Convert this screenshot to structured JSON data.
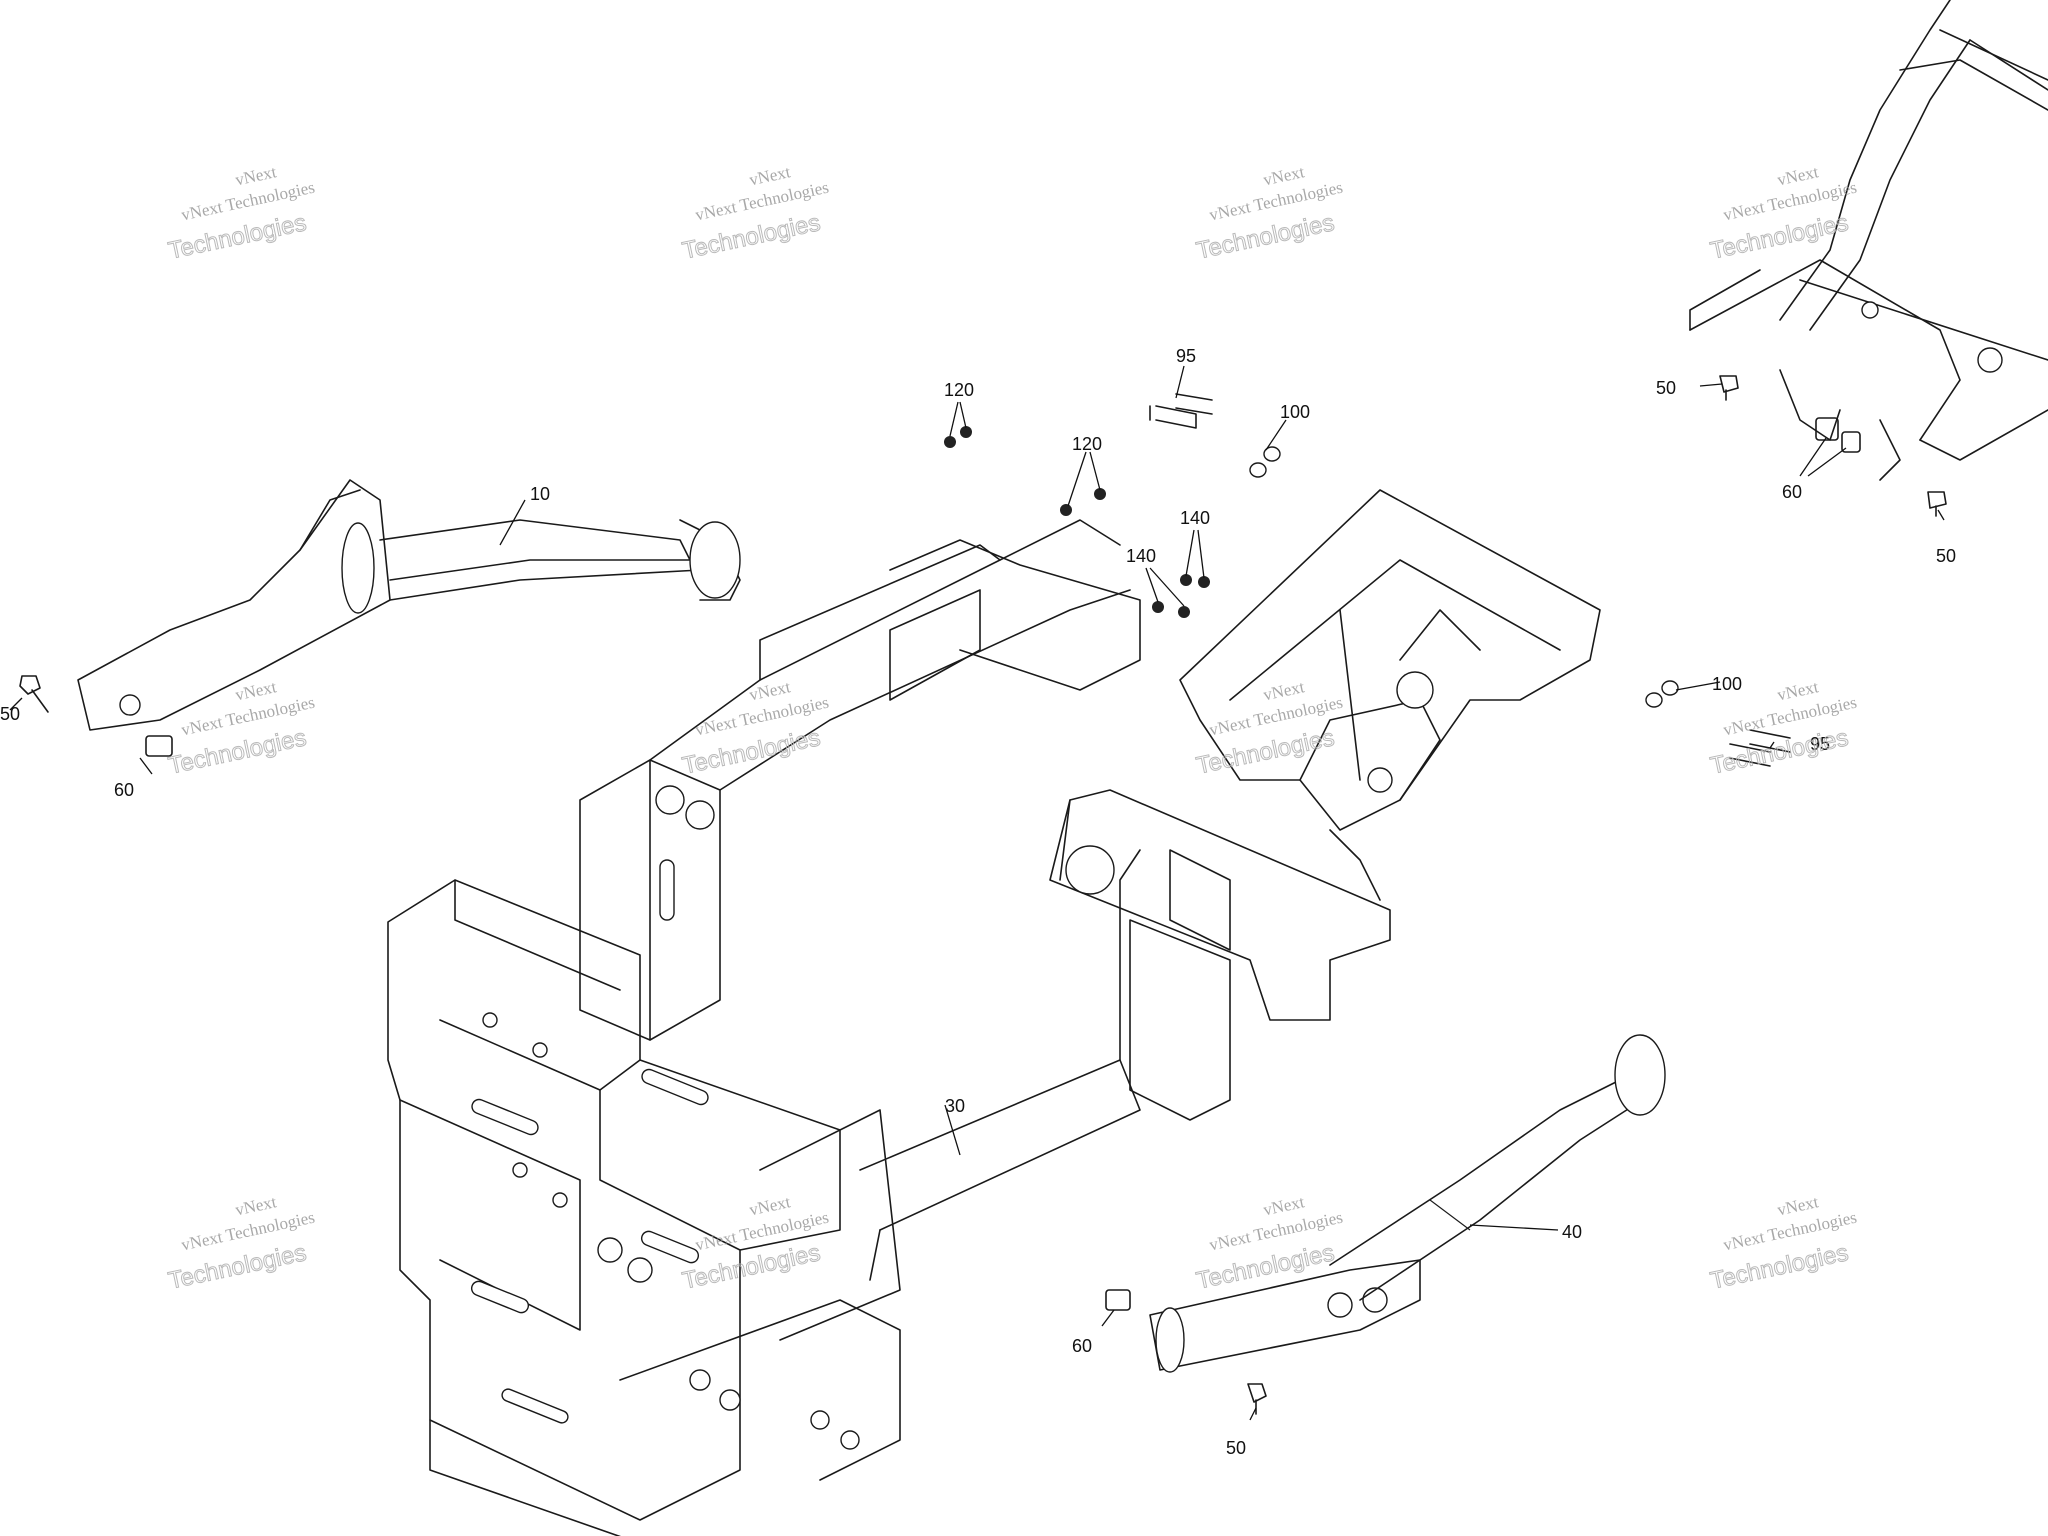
{
  "callouts": [
    "10",
    "30",
    "40",
    "50",
    "50",
    "50",
    "50",
    "60",
    "60",
    "60",
    "95",
    "95",
    "100",
    "100",
    "120",
    "120",
    "140",
    "140"
  ],
  "watermark": {
    "small": "vNext Technologies",
    "big": "Technologies",
    "top": "vNext"
  },
  "colors": {
    "line": "#1a1a1a",
    "watermark": "#9a9a9a",
    "background": "#ffffff"
  }
}
